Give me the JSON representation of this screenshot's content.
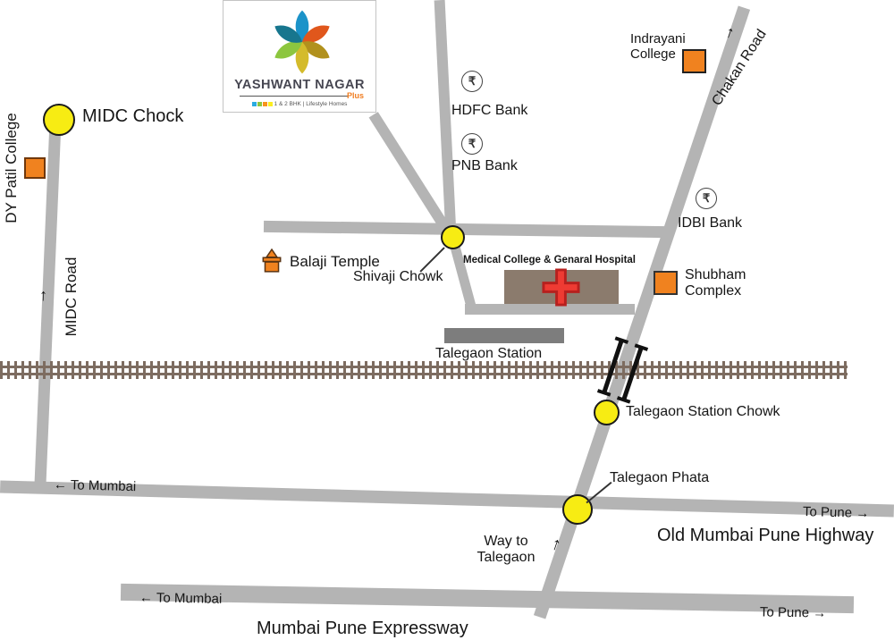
{
  "logo": {
    "name": "YASHWANT NAGAR",
    "plus": "Plus",
    "tagline": "1 & 2 BHK | Lifestyle Homes",
    "petal_colors": [
      "#1b93c9",
      "#e0571c",
      "#b1911d",
      "#d4bb2b",
      "#8cc63f",
      "#17768e"
    ],
    "tagline_swatches": [
      "#29abe2",
      "#8cc63f",
      "#f7931e",
      "#fcee21"
    ]
  },
  "landmarks": {
    "midc_chock": "MIDC Chock",
    "dy_patil_college": "DY Patil College",
    "indrayani_college_line1": "Indrayani",
    "indrayani_college_line2": "College",
    "hdfc_bank": "HDFC Bank",
    "pnb_bank": "PNB Bank",
    "idbi_bank": "IDBI Bank",
    "balaji_temple": "Balaji Temple",
    "shivaji_chowk": "Shivaji Chowk",
    "hospital": "Medical College & Genaral Hospital",
    "shubham_line1": "Shubham",
    "shubham_line2": "Complex",
    "talegaon_station": "Talegaon Station",
    "talegaon_station_chowk": "Talegaon Station Chowk",
    "talegaon_phata": "Talegaon Phata",
    "way_to_talegaon_line1": "Way to",
    "way_to_talegaon_line2": "Talegaon"
  },
  "roads": {
    "midc_road": "MIDC Road",
    "chakan_road": "Chakan Road",
    "old_highway": "Old Mumbai Pune Highway",
    "expressway": "Mumbai Pune Expressway"
  },
  "directions": {
    "to_mumbai_highway": "To Mumbai",
    "to_pune_highway": "To Pune",
    "to_mumbai_expressway": "To Mumbai",
    "to_pune_expressway": "To Pune"
  },
  "icons": {
    "bank_symbol": "₹",
    "arrow_left": "←",
    "arrow_right": "→",
    "arrow_up": "↑"
  },
  "colors": {
    "road_gray": "#b4b4b4",
    "railway_brown": "#7d6c60",
    "marker_yellow": "#f7ec13",
    "marker_orange": "#f0821f",
    "hospital_brown": "#8b7b6d",
    "station_gray": "#7d7d7d",
    "cross_red": "#ee3b33"
  }
}
